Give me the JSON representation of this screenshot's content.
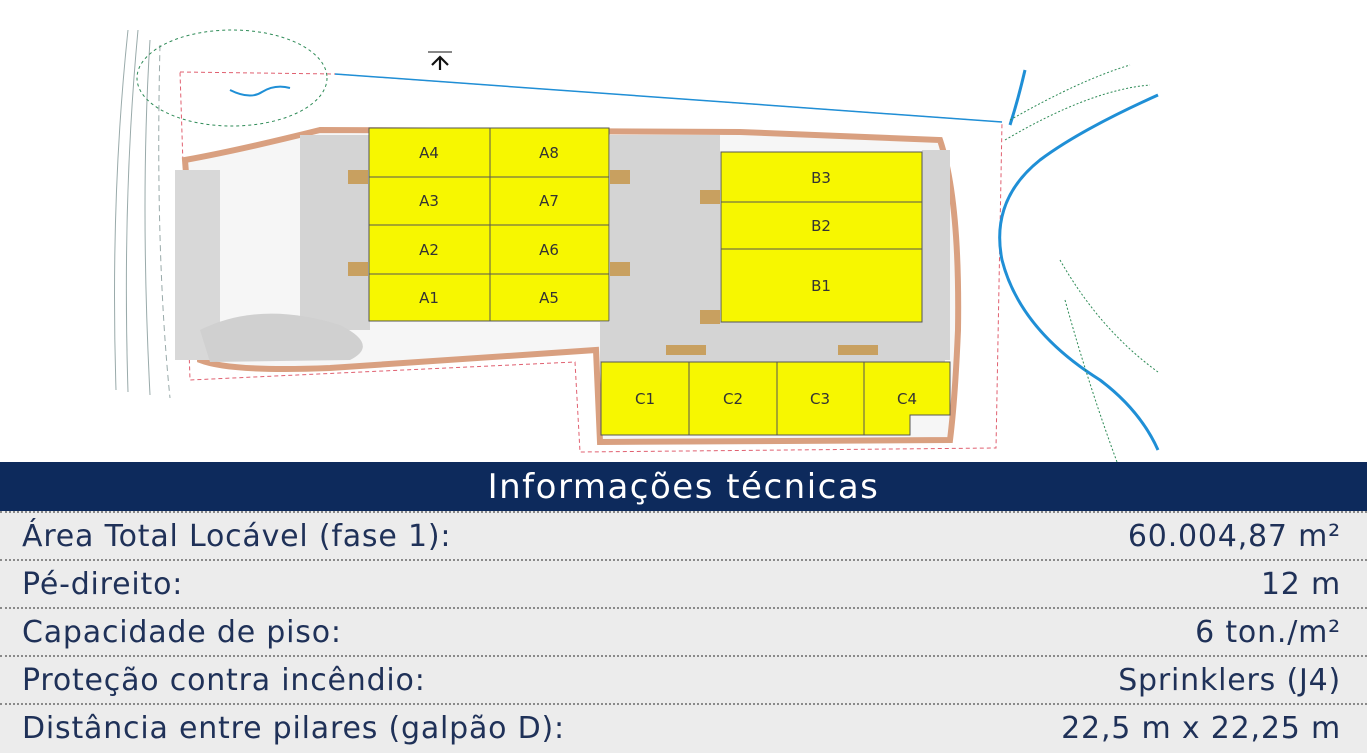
{
  "site_plan": {
    "colors": {
      "unit_fill": "#f7f700",
      "unit_stroke": "#555555",
      "road": "#d4d4d4",
      "road_edge": "#d9a080",
      "water": "#1f8fd6",
      "boundary": "#e06070",
      "vegetation": "#2e8b57"
    },
    "north_arrow_icon": "north-arrow-icon",
    "warehouses": {
      "A": [
        "A1",
        "A2",
        "A3",
        "A4",
        "A5",
        "A6",
        "A7",
        "A8"
      ],
      "B": [
        "B1",
        "B2",
        "B3"
      ],
      "C": [
        "C1",
        "C2",
        "C3",
        "C4"
      ]
    }
  },
  "info": {
    "title": "Informações técnicas",
    "header_color": "#0d2a5c",
    "rows": [
      {
        "label": "Área Total Locável (fase 1):",
        "value": "60.004,87 m²"
      },
      {
        "label": "Pé-direito:",
        "value": "12 m"
      },
      {
        "label": "Capacidade de piso:",
        "value": "6 ton./m²"
      },
      {
        "label": "Proteção contra incêndio:",
        "value": "Sprinklers (J4)"
      },
      {
        "label": "Distância entre pilares (galpão D):",
        "value": "22,5 m x 22,25 m"
      }
    ]
  }
}
